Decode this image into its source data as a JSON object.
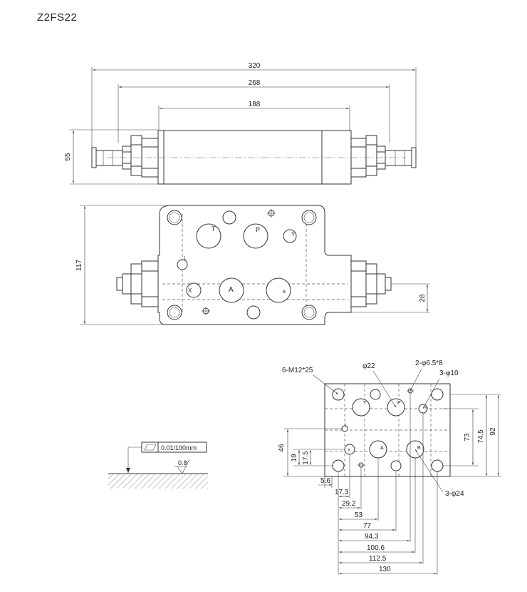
{
  "title": "Z2FS22",
  "elevation": {
    "overall_length": "320",
    "body_width": "268",
    "mid_length": "188",
    "height": "55"
  },
  "plan": {
    "height": "117",
    "offset": "28",
    "port_labels": {
      "t": "T",
      "p": "P",
      "y": "Y",
      "x": "X",
      "a": "A",
      "b": "B",
      "l": "L"
    }
  },
  "mounting": {
    "callouts": {
      "thread": "6-M12*25",
      "bore22": "φ22",
      "pin": "2-φ6.5*8",
      "bore10": "3-φ10",
      "bore24": "3-φ24"
    },
    "port_labels": {
      "t": "T",
      "p": "P",
      "y": "Y",
      "x": "X",
      "a": "A",
      "b": "B",
      "l": "L"
    },
    "vertical": [
      "46",
      "19",
      "17.5",
      "73",
      "74.5",
      "92"
    ],
    "horizontal": [
      "5.6",
      "17.3",
      "29.2",
      "53",
      "77",
      "94.3",
      "100.6",
      "112.5",
      "130"
    ]
  },
  "surface": {
    "flatness": "0.01/100mm",
    "roughness": "0.8"
  }
}
